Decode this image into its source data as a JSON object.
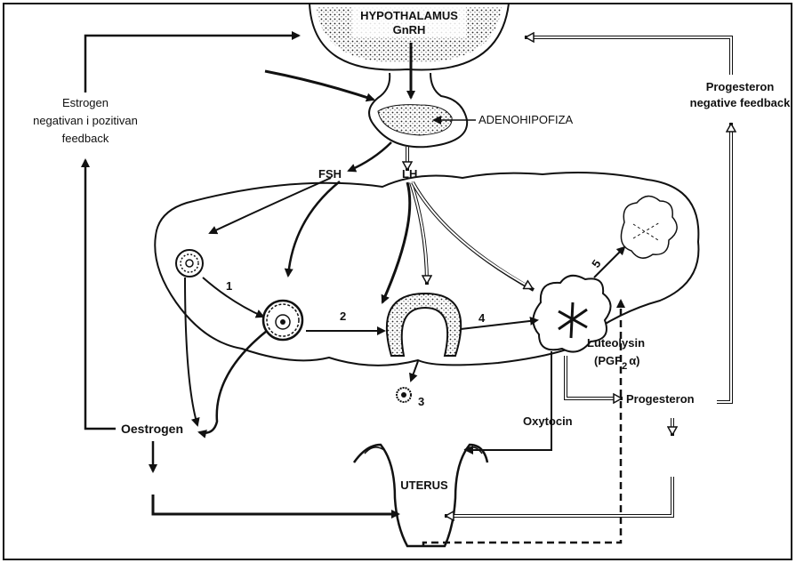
{
  "labels": {
    "hypothalamus": "HYPOTHALAMUS",
    "gnrh": "GnRH",
    "adenohipofiza": "ADENOHIPOFIZA",
    "fsh": "FSH",
    "lh": "LH",
    "estrogen_feedback_line1": "Estrogen",
    "estrogen_feedback_line2": "negativan i pozitivan",
    "estrogen_feedback_line3": "feedback",
    "progesteron_feedback_line1": "Progesteron",
    "progesteron_feedback_line2": "negative feedback",
    "oestrogen": "Oestrogen",
    "oxytocin": "Oxytocin",
    "luteolysin_line1": "Luteolysin",
    "luteolysin_line2": "(PGF",
    "luteolysin_sub": "2",
    "luteolysin_alpha": "α)",
    "progesteron": "Progesteron",
    "uterus": "UTERUS",
    "step_1": "1",
    "step_2": "2",
    "step_3": "3",
    "step_4": "4",
    "step_5": "5"
  }
}
